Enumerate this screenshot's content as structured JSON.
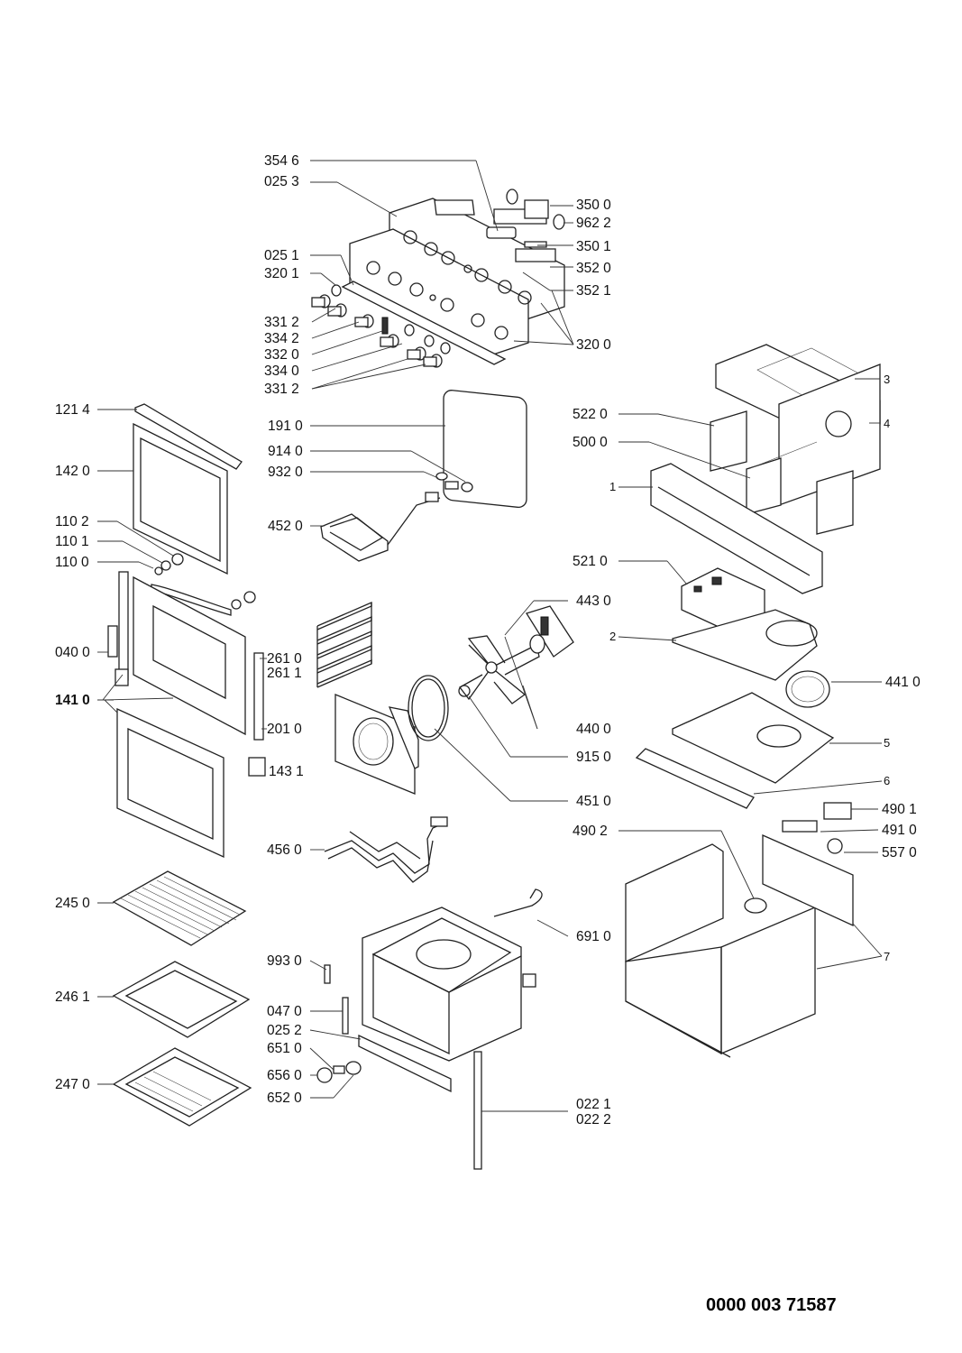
{
  "document_code": "0000 003 71587",
  "callouts": [
    {
      "id": "c3546",
      "text": "354 6"
    },
    {
      "id": "c0253",
      "text": "025 3"
    },
    {
      "id": "c3500",
      "text": "350 0"
    },
    {
      "id": "c9622",
      "text": "962 2"
    },
    {
      "id": "c3501",
      "text": "350 1"
    },
    {
      "id": "c3520",
      "text": "352 0"
    },
    {
      "id": "c3521",
      "text": "352 1"
    },
    {
      "id": "c0251",
      "text": "025 1"
    },
    {
      "id": "c3201",
      "text": "320 1"
    },
    {
      "id": "c3312a",
      "text": "331 2"
    },
    {
      "id": "c3342",
      "text": "334 2"
    },
    {
      "id": "c3320",
      "text": "332 0"
    },
    {
      "id": "c3340",
      "text": "334 0"
    },
    {
      "id": "c3312b",
      "text": "331 2"
    },
    {
      "id": "c3200",
      "text": "320 0"
    },
    {
      "id": "c3",
      "text": "3"
    },
    {
      "id": "c4",
      "text": "4"
    },
    {
      "id": "c1214",
      "text": "121 4"
    },
    {
      "id": "c1910",
      "text": "191 0"
    },
    {
      "id": "c5220",
      "text": "522 0"
    },
    {
      "id": "c5000",
      "text": "500 0"
    },
    {
      "id": "c9140",
      "text": "914 0"
    },
    {
      "id": "c1420",
      "text": "142 0"
    },
    {
      "id": "c9320",
      "text": "932 0"
    },
    {
      "id": "c1",
      "text": "1"
    },
    {
      "id": "c4520",
      "text": "452 0"
    },
    {
      "id": "c1102",
      "text": "110 2"
    },
    {
      "id": "c1101",
      "text": "110 1"
    },
    {
      "id": "c1100",
      "text": "110 0"
    },
    {
      "id": "c5210",
      "text": "521 0"
    },
    {
      "id": "c4430",
      "text": "443 0"
    },
    {
      "id": "c2",
      "text": "2"
    },
    {
      "id": "c0400",
      "text": "040 0"
    },
    {
      "id": "c2610",
      "text": "261 0"
    },
    {
      "id": "c2611",
      "text": "261 1"
    },
    {
      "id": "c4410",
      "text": "441 0"
    },
    {
      "id": "c1410",
      "text": "141 0"
    },
    {
      "id": "c2010",
      "text": "201 0"
    },
    {
      "id": "c4400",
      "text": "440 0"
    },
    {
      "id": "c5",
      "text": "5"
    },
    {
      "id": "c9150",
      "text": "915 0"
    },
    {
      "id": "c1431",
      "text": "143 1"
    },
    {
      "id": "c6",
      "text": "6"
    },
    {
      "id": "c4510",
      "text": "451 0"
    },
    {
      "id": "c4901",
      "text": "490 1"
    },
    {
      "id": "c4902",
      "text": "490 2"
    },
    {
      "id": "c4910",
      "text": "491 0"
    },
    {
      "id": "c4560",
      "text": "456 0"
    },
    {
      "id": "c5570",
      "text": "557 0"
    },
    {
      "id": "c2450",
      "text": "245 0"
    },
    {
      "id": "c6910",
      "text": "691 0"
    },
    {
      "id": "c7",
      "text": "7"
    },
    {
      "id": "c9930",
      "text": "993 0"
    },
    {
      "id": "c2461",
      "text": "246 1"
    },
    {
      "id": "c0470",
      "text": "047 0"
    },
    {
      "id": "c0252",
      "text": "025 2"
    },
    {
      "id": "c6510",
      "text": "651 0"
    },
    {
      "id": "c6560",
      "text": "656 0"
    },
    {
      "id": "c2470",
      "text": "247 0"
    },
    {
      "id": "c6520",
      "text": "652 0"
    },
    {
      "id": "c0221",
      "text": "022 1"
    },
    {
      "id": "c0222",
      "text": "022 2"
    }
  ]
}
